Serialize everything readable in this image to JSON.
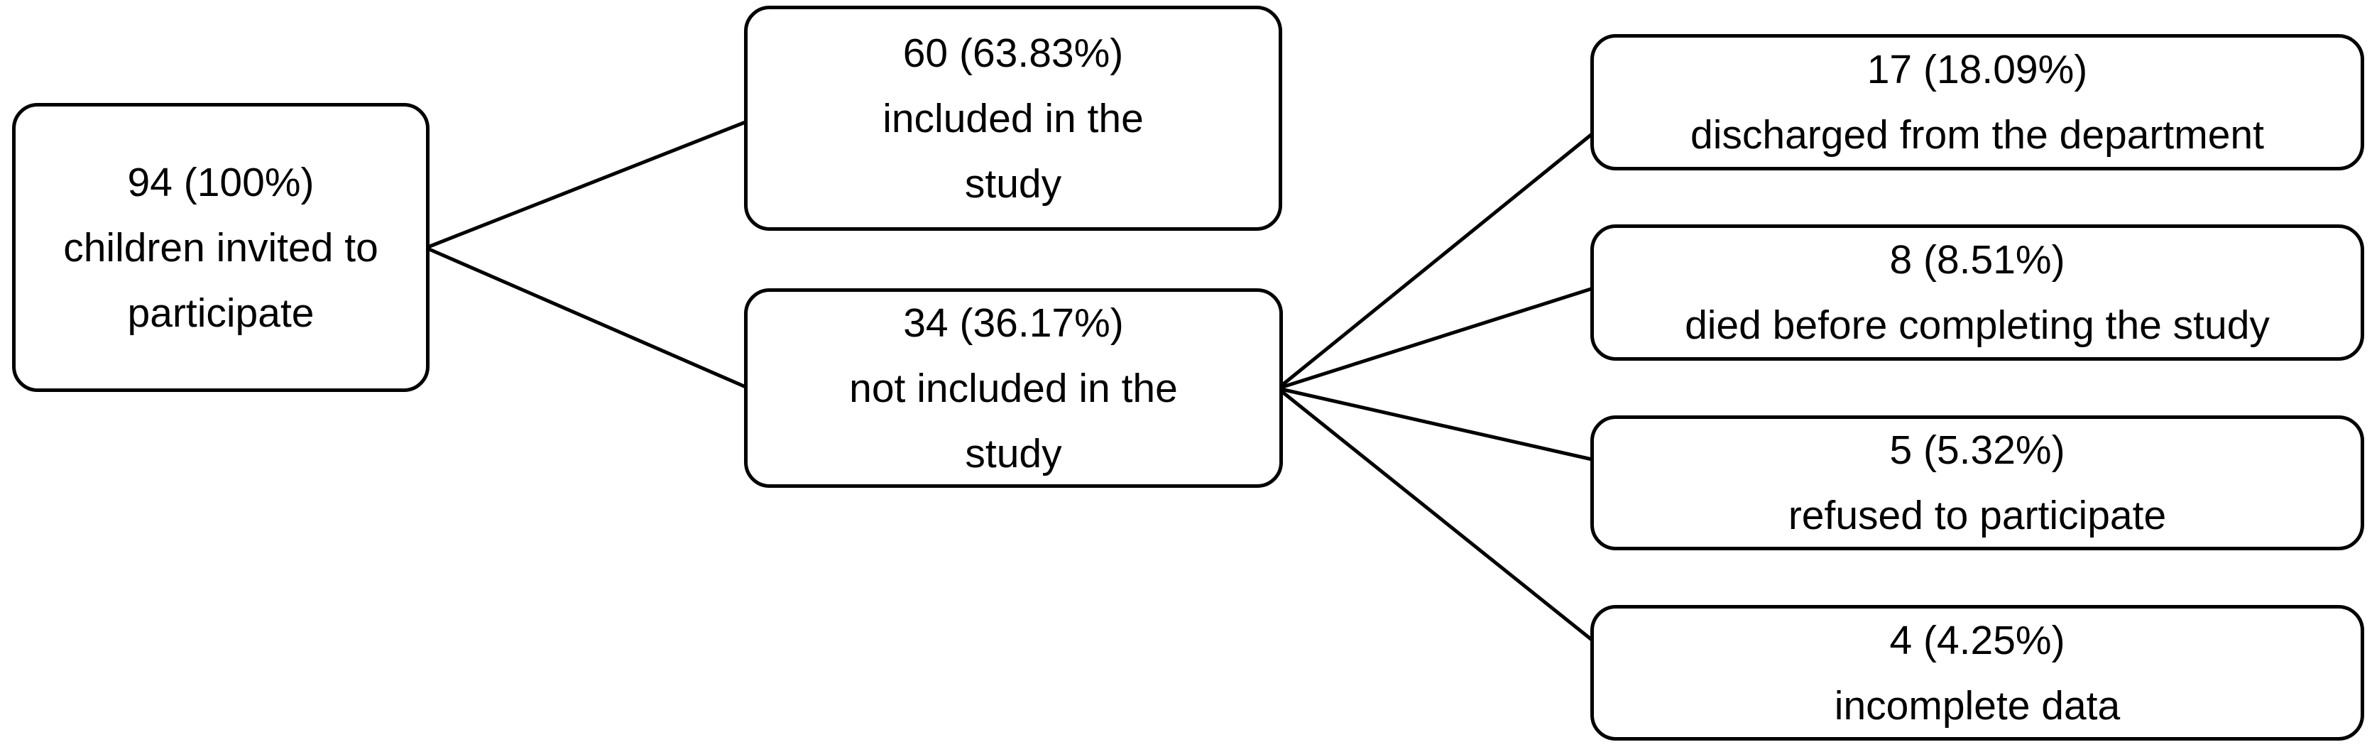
{
  "colors": {
    "background": "#ffffff",
    "border": "#000000",
    "text": "#000000",
    "connector": "#000000"
  },
  "nodes": {
    "root": {
      "lines": [
        "94 (100%)",
        "children invited to",
        "participate"
      ]
    },
    "included": {
      "lines": [
        "60 (63.83%)",
        "included in the",
        "study"
      ]
    },
    "not_included": {
      "lines": [
        "34 (36.17%)",
        "not included in the",
        "study"
      ]
    },
    "discharged": {
      "lines": [
        "17 (18.09%)",
        "discharged from the department"
      ]
    },
    "died": {
      "lines": [
        "8 (8.51%)",
        "died before completing the study"
      ]
    },
    "refused": {
      "lines": [
        "5 (5.32%)",
        "refused to participate"
      ]
    },
    "incomplete": {
      "lines": [
        "4 (4.25%)",
        "incomplete data"
      ]
    }
  },
  "edges": [
    {
      "from": "root",
      "to": "included"
    },
    {
      "from": "root",
      "to": "not_included"
    },
    {
      "from": "not_included",
      "to": "discharged"
    },
    {
      "from": "not_included",
      "to": "died"
    },
    {
      "from": "not_included",
      "to": "refused"
    },
    {
      "from": "not_included",
      "to": "incomplete"
    }
  ]
}
